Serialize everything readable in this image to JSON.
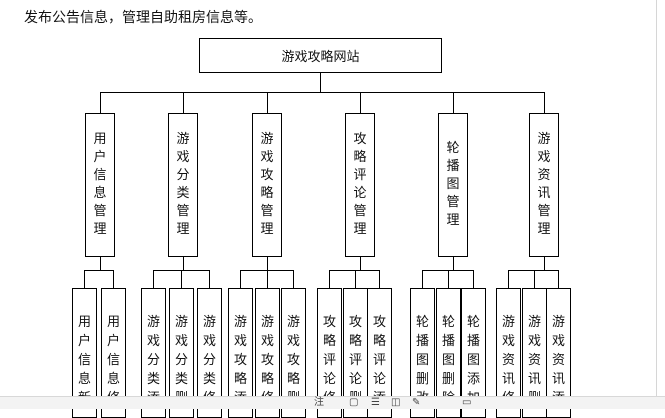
{
  "document": {
    "intro_text": "发布公告信息，管理自助租房信息等。"
  },
  "diagram": {
    "root": "游戏攻略网站",
    "modules": [
      {
        "label": "用户信息管理",
        "children": [
          "用户信息新",
          "用户信息修"
        ]
      },
      {
        "label": "游戏分类管理",
        "children": [
          "游戏分类添",
          "游戏分类删",
          "游戏分类修"
        ]
      },
      {
        "label": "游戏攻略管理",
        "children": [
          "游戏攻略添",
          "游戏攻略修",
          "游戏攻略删"
        ]
      },
      {
        "label": "攻略评论管理",
        "children": [
          "攻略评论修",
          "攻略评论删",
          "攻略评论添"
        ]
      },
      {
        "label": "轮播图管理",
        "children": [
          "轮播图删改",
          "轮播图删除",
          "轮播图添加"
        ]
      },
      {
        "label": "游戏资讯管理",
        "children": [
          "游戏资讯修",
          "游戏资讯删",
          "游戏资讯添"
        ]
      }
    ]
  },
  "status_bar": {
    "icons": [
      "read-mode-icon",
      "print-layout-icon",
      "web-layout-icon",
      "focus-icon",
      "pen-icon",
      "zoom-out-icon"
    ]
  }
}
